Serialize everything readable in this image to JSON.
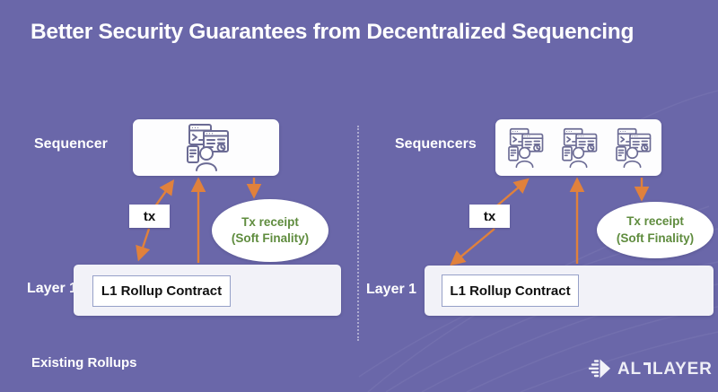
{
  "title": "Better Security Guarantees from Decentralized Sequencing",
  "colors": {
    "background": "#6a67a9",
    "arrow": "#e0813c",
    "receipt_text": "#5f8c3e",
    "icon_stroke": "#6b6b94",
    "bar_bg": "#f2f2f8"
  },
  "left_panel": {
    "actor_label": "Sequencer",
    "tx_label": "tx",
    "receipt_line1": "Tx receipt",
    "receipt_line2": "(Soft Finality)",
    "layer_label": "Layer 1",
    "contract_label": "L1 Rollup Contract",
    "sequencer_icon_count": 1
  },
  "right_panel": {
    "actor_label": "Sequencers",
    "tx_label": "tx",
    "receipt_line1": "Tx receipt",
    "receipt_line2": "(Soft Finality)",
    "layer_label": "Layer 1",
    "contract_label": "L1 Rollup Contract",
    "sequencer_icon_count": 3
  },
  "footer": {
    "caption": "Existing Rollups",
    "brand_prefix": "AL",
    "brand_suffix": "LAYER"
  }
}
